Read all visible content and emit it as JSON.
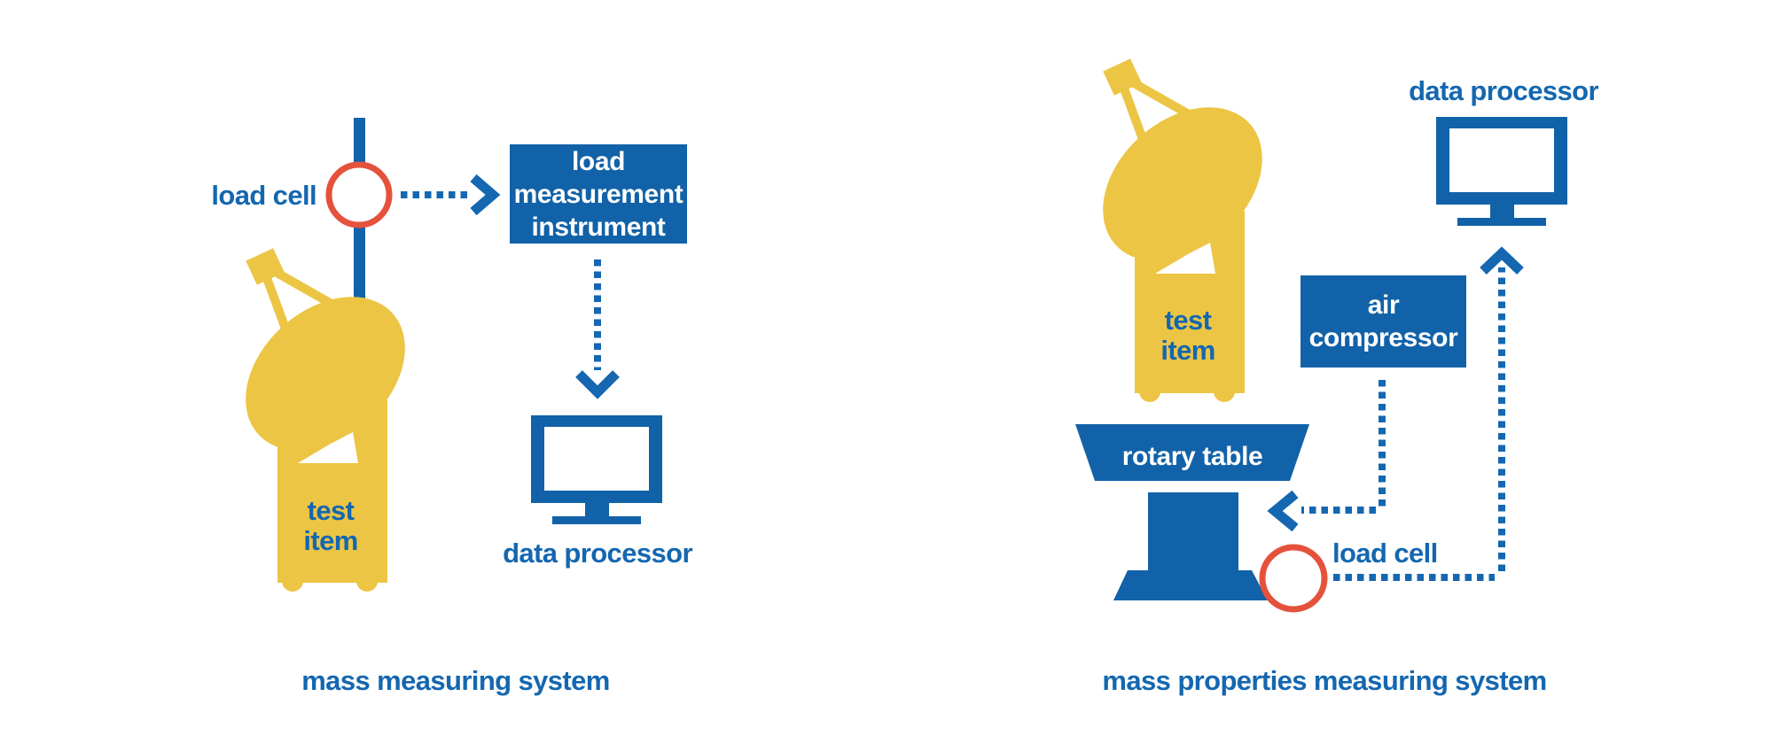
{
  "palette": {
    "shape_blue": "#1162a8",
    "arrow_blue": "#1467b0",
    "text_blue": "#1467b0",
    "yellow": "#ecc545",
    "red": "#e5523c",
    "white": "#ffffff"
  },
  "left_diagram": {
    "title": "mass measuring system",
    "load_cell_label": "load cell",
    "test_item_line1": "test",
    "test_item_line2": "item",
    "instrument_box_line1": "load",
    "instrument_box_line2": "measurement",
    "instrument_box_line3": "instrument",
    "data_processor_label": "data processor"
  },
  "right_diagram": {
    "title": "mass properties measuring system",
    "data_processor_label": "data processor",
    "air_compressor_line1": "air",
    "air_compressor_line2": "compressor",
    "rotary_table_label": "rotary table",
    "load_cell_label": "load cell",
    "test_item_line1": "test",
    "test_item_line2": "item"
  }
}
